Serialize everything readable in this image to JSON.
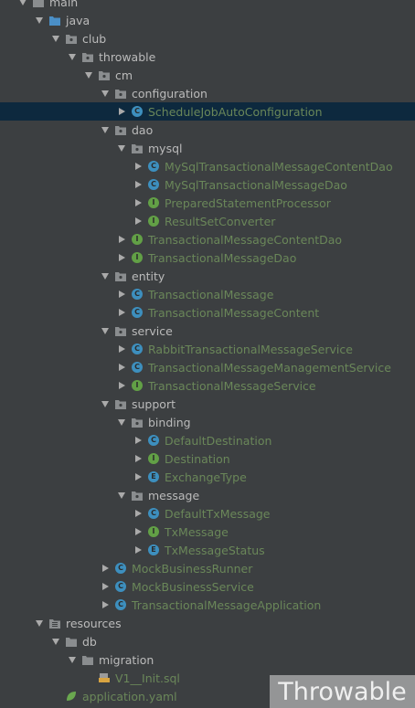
{
  "tree": [
    {
      "label": "main",
      "kind": "folder-src",
      "arrow": "down",
      "level": 1
    },
    {
      "label": "java",
      "kind": "folder-blue",
      "arrow": "down",
      "level": 2
    },
    {
      "label": "club",
      "kind": "package",
      "arrow": "down",
      "level": 3
    },
    {
      "label": "throwable",
      "kind": "package",
      "arrow": "down",
      "level": 4
    },
    {
      "label": "cm",
      "kind": "package",
      "arrow": "down",
      "level": 5
    },
    {
      "label": "configuration",
      "kind": "package",
      "arrow": "down",
      "level": 6
    },
    {
      "label": "ScheduleJobAutoConfiguration",
      "kind": "class",
      "arrow": "right",
      "level": 7,
      "selected": true
    },
    {
      "label": "dao",
      "kind": "package",
      "arrow": "down",
      "level": 6
    },
    {
      "label": "mysql",
      "kind": "package",
      "arrow": "down",
      "level": 7
    },
    {
      "label": "MySqlTransactionalMessageContentDao",
      "kind": "class",
      "arrow": "right",
      "level": 8
    },
    {
      "label": "MySqlTransactionalMessageDao",
      "kind": "class",
      "arrow": "right",
      "level": 8
    },
    {
      "label": "PreparedStatementProcessor",
      "kind": "interface",
      "arrow": "right",
      "level": 8
    },
    {
      "label": "ResultSetConverter",
      "kind": "interface",
      "arrow": "right",
      "level": 8
    },
    {
      "label": "TransactionalMessageContentDao",
      "kind": "interface",
      "arrow": "right",
      "level": 7
    },
    {
      "label": "TransactionalMessageDao",
      "kind": "interface",
      "arrow": "right",
      "level": 7
    },
    {
      "label": "entity",
      "kind": "package",
      "arrow": "down",
      "level": 6
    },
    {
      "label": "TransactionalMessage",
      "kind": "class",
      "arrow": "right",
      "level": 7
    },
    {
      "label": "TransactionalMessageContent",
      "kind": "class",
      "arrow": "right",
      "level": 7
    },
    {
      "label": "service",
      "kind": "package",
      "arrow": "down",
      "level": 6
    },
    {
      "label": "RabbitTransactionalMessageService",
      "kind": "class",
      "arrow": "right",
      "level": 7
    },
    {
      "label": "TransactionalMessageManagementService",
      "kind": "class",
      "arrow": "right",
      "level": 7
    },
    {
      "label": "TransactionalMessageService",
      "kind": "interface",
      "arrow": "right",
      "level": 7
    },
    {
      "label": "support",
      "kind": "package",
      "arrow": "down",
      "level": 6
    },
    {
      "label": "binding",
      "kind": "package",
      "arrow": "down",
      "level": 7
    },
    {
      "label": "DefaultDestination",
      "kind": "class",
      "arrow": "right",
      "level": 8
    },
    {
      "label": "Destination",
      "kind": "interface",
      "arrow": "right",
      "level": 8
    },
    {
      "label": "ExchangeType",
      "kind": "enum",
      "arrow": "right",
      "level": 8
    },
    {
      "label": "message",
      "kind": "package",
      "arrow": "down",
      "level": 7
    },
    {
      "label": "DefaultTxMessage",
      "kind": "class",
      "arrow": "right",
      "level": 8
    },
    {
      "label": "TxMessage",
      "kind": "interface",
      "arrow": "right",
      "level": 8
    },
    {
      "label": "TxMessageStatus",
      "kind": "enum",
      "arrow": "right",
      "level": 8
    },
    {
      "label": "MockBusinessRunner",
      "kind": "class",
      "arrow": "right",
      "level": 6
    },
    {
      "label": "MockBusinessService",
      "kind": "class",
      "arrow": "right",
      "level": 6
    },
    {
      "label": "TransactionalMessageApplication",
      "kind": "class-app",
      "arrow": "right",
      "level": 6
    },
    {
      "label": "resources",
      "kind": "folder-res",
      "arrow": "down",
      "level": 2
    },
    {
      "label": "db",
      "kind": "folder",
      "arrow": "down",
      "level": 3
    },
    {
      "label": "migration",
      "kind": "folder",
      "arrow": "down",
      "level": 4
    },
    {
      "label": "V1__Init.sql",
      "kind": "sql",
      "arrow": "none",
      "level": 5
    },
    {
      "label": "application.yaml",
      "kind": "yaml",
      "arrow": "none",
      "level": 3
    }
  ],
  "watermark": "Throwable",
  "colors": {
    "background": "#3c3f41",
    "selection": "#0d293e",
    "class_icon": "#3d8fbe",
    "interface_icon": "#62a046",
    "code_text": "#6a8759",
    "plain_text": "#bbbbbb"
  }
}
